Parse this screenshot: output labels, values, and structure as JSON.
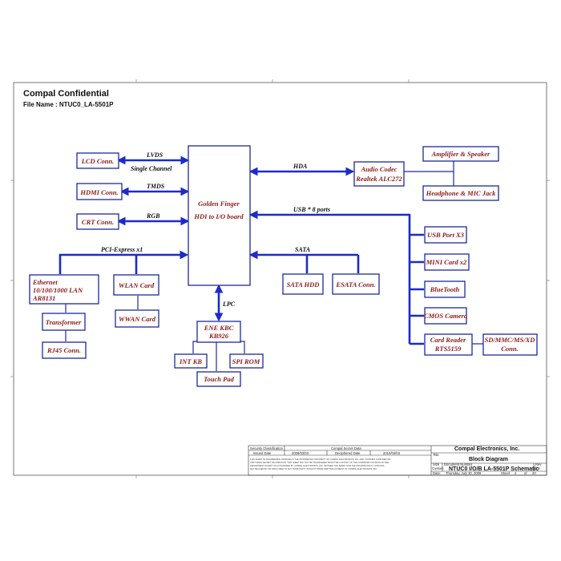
{
  "header": {
    "company": "Compal Confidential",
    "file_name": "File Name : NTUC0_LA-5501P"
  },
  "blocks": {
    "lcd": "LCD Conn.",
    "hdmi": "HDMI Conn.",
    "crt": "CRT Conn.",
    "golden_finger": "Golden Finger",
    "golden_finger_sub": "HDI to I/O board",
    "audio_codec_1": "Audio Codec",
    "audio_codec_2": "Realtek ALC272",
    "amplifier": "Amplifier & Speaker",
    "headphone": "Headphone & MIC Jack",
    "usb_port": "USB Port X3",
    "mini_card": "MINI Card x2",
    "bluetooth": "BlueTooth",
    "cmos_camera": "CMOS Camera",
    "card_reader_1": "Card Reader",
    "card_reader_2": "RTS5159",
    "sd_conn_1": "SD/MMC/MS/XD",
    "sd_conn_2": "Conn.",
    "sata_hdd": "SATA HDD",
    "esata": "ESATA Conn.",
    "ethernet_1": "Ethernet",
    "ethernet_2": "10/100/1000 LAN",
    "ethernet_3": "AR8131",
    "transformer": "Transformer",
    "rj45": "RJ45 Conn.",
    "wlan": "WLAN Card",
    "wwan": "WWAN Card",
    "kbc_1": "ENE KBC",
    "kbc_2": "KB926",
    "int_kb": "INT KB",
    "spi_rom": "SPI ROM",
    "touch_pad": "Touch Pad"
  },
  "buses": {
    "lvds": "LVDS",
    "single_channel": "Single Channel",
    "tmds": "TMDS",
    "rgb": "RGB",
    "hda": "HDA",
    "usb": "USB * 8 ports",
    "sata": "SATA",
    "pci_express": "PCI-Express x1",
    "lpc": "LPC"
  },
  "title_block": {
    "security_label": "Security Classification",
    "secret_label": "Compal Secret Data",
    "company": "Compal Electronics, Inc.",
    "issued_label": "Issued Date",
    "issued_value": "2008/03/03",
    "deciphered_label": "Deciphered Date",
    "deciphered_value": "2010/03/03",
    "title_label": "Title",
    "title_value": "Block Diagram",
    "size_label": "Size",
    "size_value": "Custom",
    "doc_label": "Document Number",
    "doc_value": "NTUC0 I/O/B LA-5501P Schematic",
    "rev_label": "Rev",
    "rev_value": "1.0",
    "date_label": "Date:",
    "date_value": "Thursday, July 30, 2009",
    "sheet_label": "Sheet",
    "sheet_value": "2",
    "of_label": "of",
    "of_value": "20",
    "notice_1": "THIS SHEET OF ENGINEERING DRAWING IS THE PROPRIETARY PROPERTY OF COMPAL ELECTRONICS, INC. AND CONTAINS CONFIDENTIAL",
    "notice_2": "AND TRADE SECRET INFORMATION. THIS SHEET MAY NOT BE TRANSFERED FROM THE CUSTODY OF THE COMPETENT DIVISION OF R&D",
    "notice_3": "DEPARTMENT EXCEPT AS AUTHORIZED BY COMPAL ELECTRONICS, INC. NEITHER THIS SHEET NOR THE INFORMATION IT CONTAINS",
    "notice_4": "MAY BE USED BY OR DISCLOSED TO ANY THIRD PARTY WITHOUT PRIOR WRITTEN CONSENT OF COMPAL ELECTRONICS, INC."
  },
  "colors": {
    "block_border": "#1c2a9c",
    "block_text": "#8b1a1a",
    "bus": "#1d2bc8"
  }
}
